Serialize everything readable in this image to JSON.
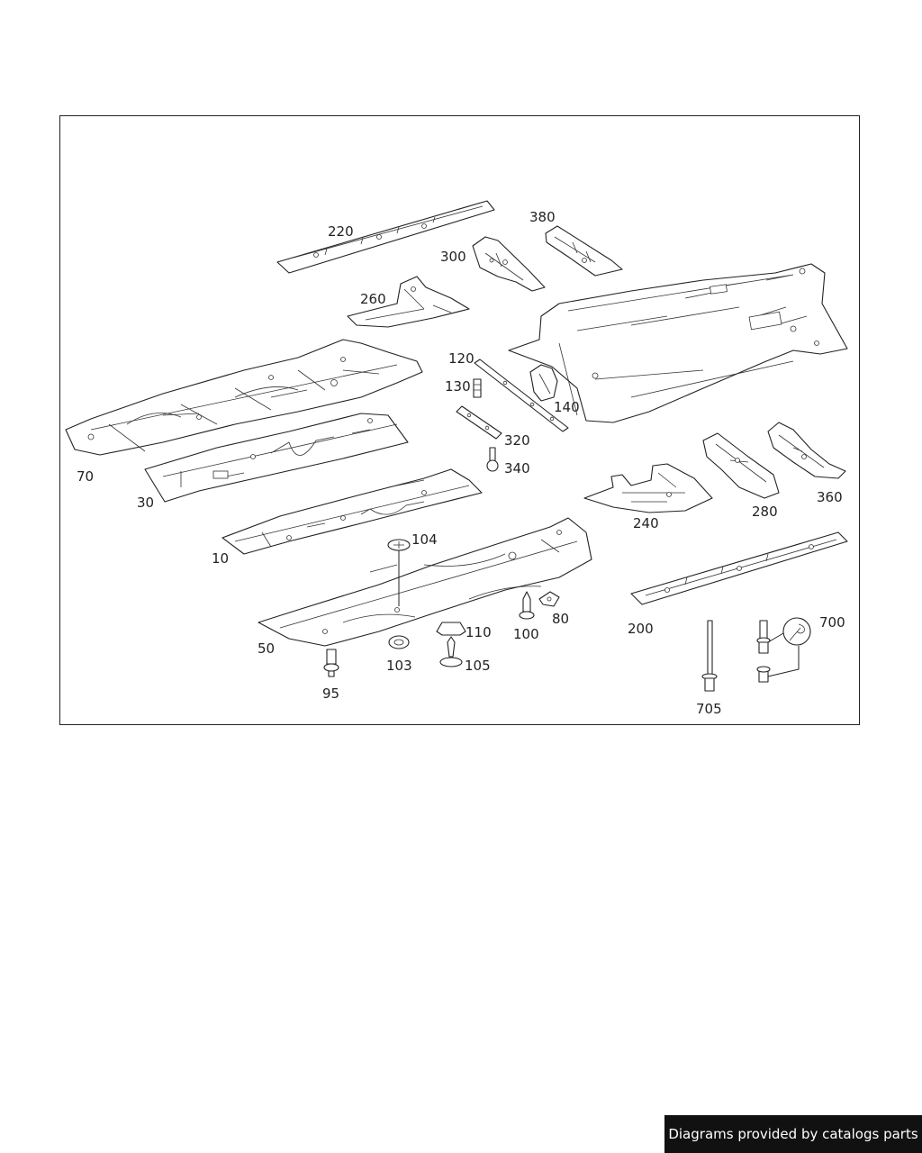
{
  "diagram": {
    "callouts": [
      "220",
      "380",
      "300",
      "260",
      "120",
      "130",
      "140",
      "70",
      "320",
      "340",
      "30",
      "240",
      "280",
      "360",
      "10",
      "104",
      "80",
      "110",
      "100",
      "200",
      "700",
      "50",
      "103",
      "105",
      "95",
      "705"
    ]
  },
  "footer": {
    "credit": "Diagrams provided by catalogs parts"
  }
}
